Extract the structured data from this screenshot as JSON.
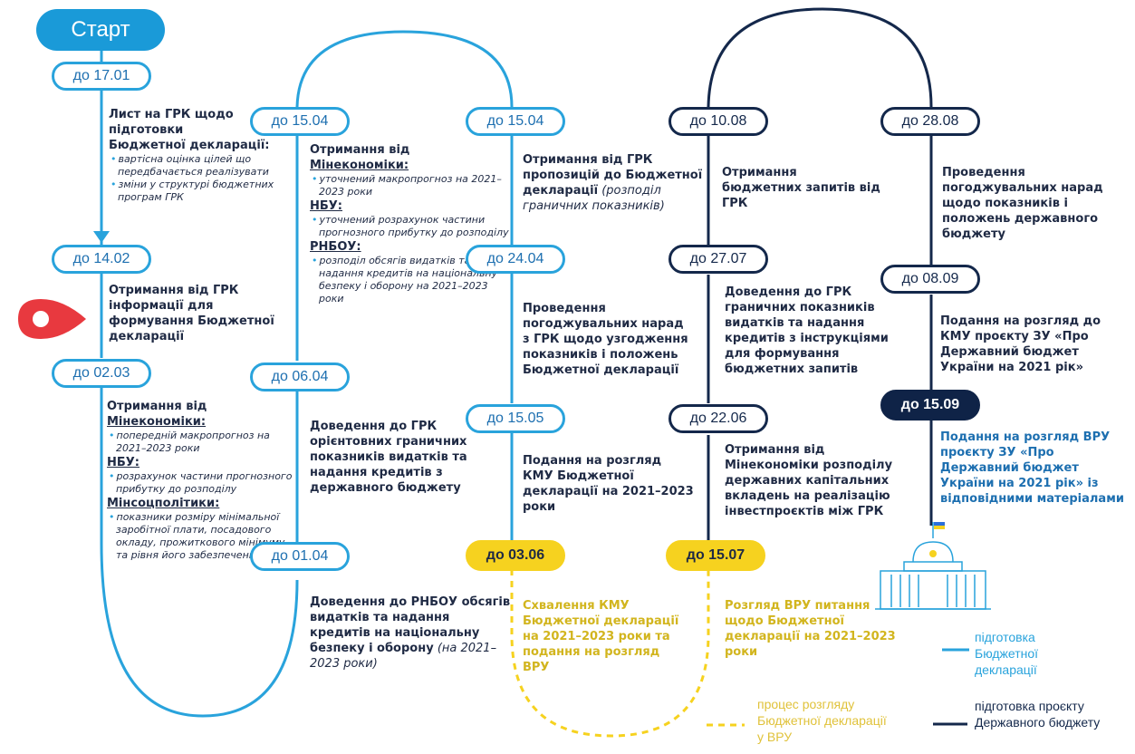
{
  "start": "Старт",
  "columns": {
    "c1": {
      "d1": "до 17.01",
      "t1_title_a": "Лист на ГРК щодо",
      "t1_title_b": "підготовки",
      "t1_title_c": "Бюджетної декларації:",
      "t1_items": [
        "вартісна оцінка цілей що передбачається реалізувати",
        "зміни у структурі бюджетних програм ГРК"
      ],
      "d2": "до 14.02",
      "t2": "Отримання від ГРК інформації для формування Бюджетної декларації",
      "d3": "до 02.03",
      "t3_title": "Отримання від",
      "t3_h1": "Мінекономіки:",
      "t3_h1_item": "попередній макропрогноз на 2021–2023 роки",
      "t3_h2": "НБУ:",
      "t3_h2_item": "розрахунок частини прогнозного прибутку до розподілу",
      "t3_h3": "Мінсоцполітики:",
      "t3_h3_item": "показники розміру мінімальної заробітної плати, посадового окладу, прожиткового мінімуму та рівня його забезпечення"
    },
    "c2": {
      "d1": "до 15.04",
      "t1_title": "Отримання від",
      "t1_h1": "Мінекономіки:",
      "t1_h1_item": "уточнений макропрогноз на 2021–2023 роки",
      "t1_h2": "НБУ:",
      "t1_h2_item": "уточнений розрахунок частини прогнозного прибутку до розподілу",
      "t1_h3": "РНБОУ:",
      "t1_h3_item": "розподіл обсягів видатків та надання кредитів на національну безпеку і оборону на 2021–2023 роки",
      "d2": "до 06.04",
      "t2": "Доведення до ГРК орієнтовних граничних показників видатків та надання кредитів з державного бюджету",
      "d3": "до 01.04",
      "t3_bold": "Доведення до РНБОУ обсягів видатків та надання кредитів на національну безпеку і оборону",
      "t3_it": "(на 2021–2023 роки)"
    },
    "c3": {
      "d1": "до 15.04",
      "t1_bold": "Отримання від ГРК пропозицій до Бюджетної декларації",
      "t1_it": "(розподіл граничних показників)",
      "d2": "до 24.04",
      "t2": "Проведення погоджувальних нарад з ГРК щодо узгодження показників і положень Бюджетної декларації",
      "d3": "до 15.05",
      "t3": "Подання на розгляд КМУ Бюджетної декларації на 2021–2023 роки",
      "d4": "до 03.06",
      "t4": "Схвалення КМУ Бюджетної декларації на 2021–2023 роки та подання на розгляд ВРУ"
    },
    "c4": {
      "d1": "до 10.08",
      "t1": "Отримання бюджетних запитів від ГРК",
      "d2": "до 27.07",
      "t2": "Доведення до ГРК граничних показників видатків та надання кредитів з інструкціями для формування бюджетних запитів",
      "d3": "до 22.06",
      "t3": "Отримання від Мінекономіки розподілу державних капітальних вкладень на реалізацію інвестпроєктів між ГРК",
      "d4": "до 15.07",
      "t4": "Розгляд ВРУ питання щодо Бюджетної декларації на 2021–2023 роки"
    },
    "c5": {
      "d1": "до 28.08",
      "t1": "Проведення погоджувальних нарад щодо показників і положень державного бюджету",
      "d2": "до 08.09",
      "t2": "Подання на розгляд до КМУ проєкту ЗУ «Про Державний бюджет України на 2021 рік»",
      "d3": "до 15.09",
      "t3": "Подання на розгляд ВРУ проєкту ЗУ «Про Державний бюджет України на 2021 рік» із відповідними матеріалами"
    }
  },
  "legend": {
    "l1": "підготовка Бюджетної декларації",
    "l2": "процес розгляду Бюджетної декларації у ВРУ",
    "l3": "підготовка проєкту Державного бюджету"
  },
  "colors": {
    "blue": "#29a3dc",
    "navy": "#14284b",
    "yellow": "#f6d21f",
    "marker": "#e8393f"
  }
}
